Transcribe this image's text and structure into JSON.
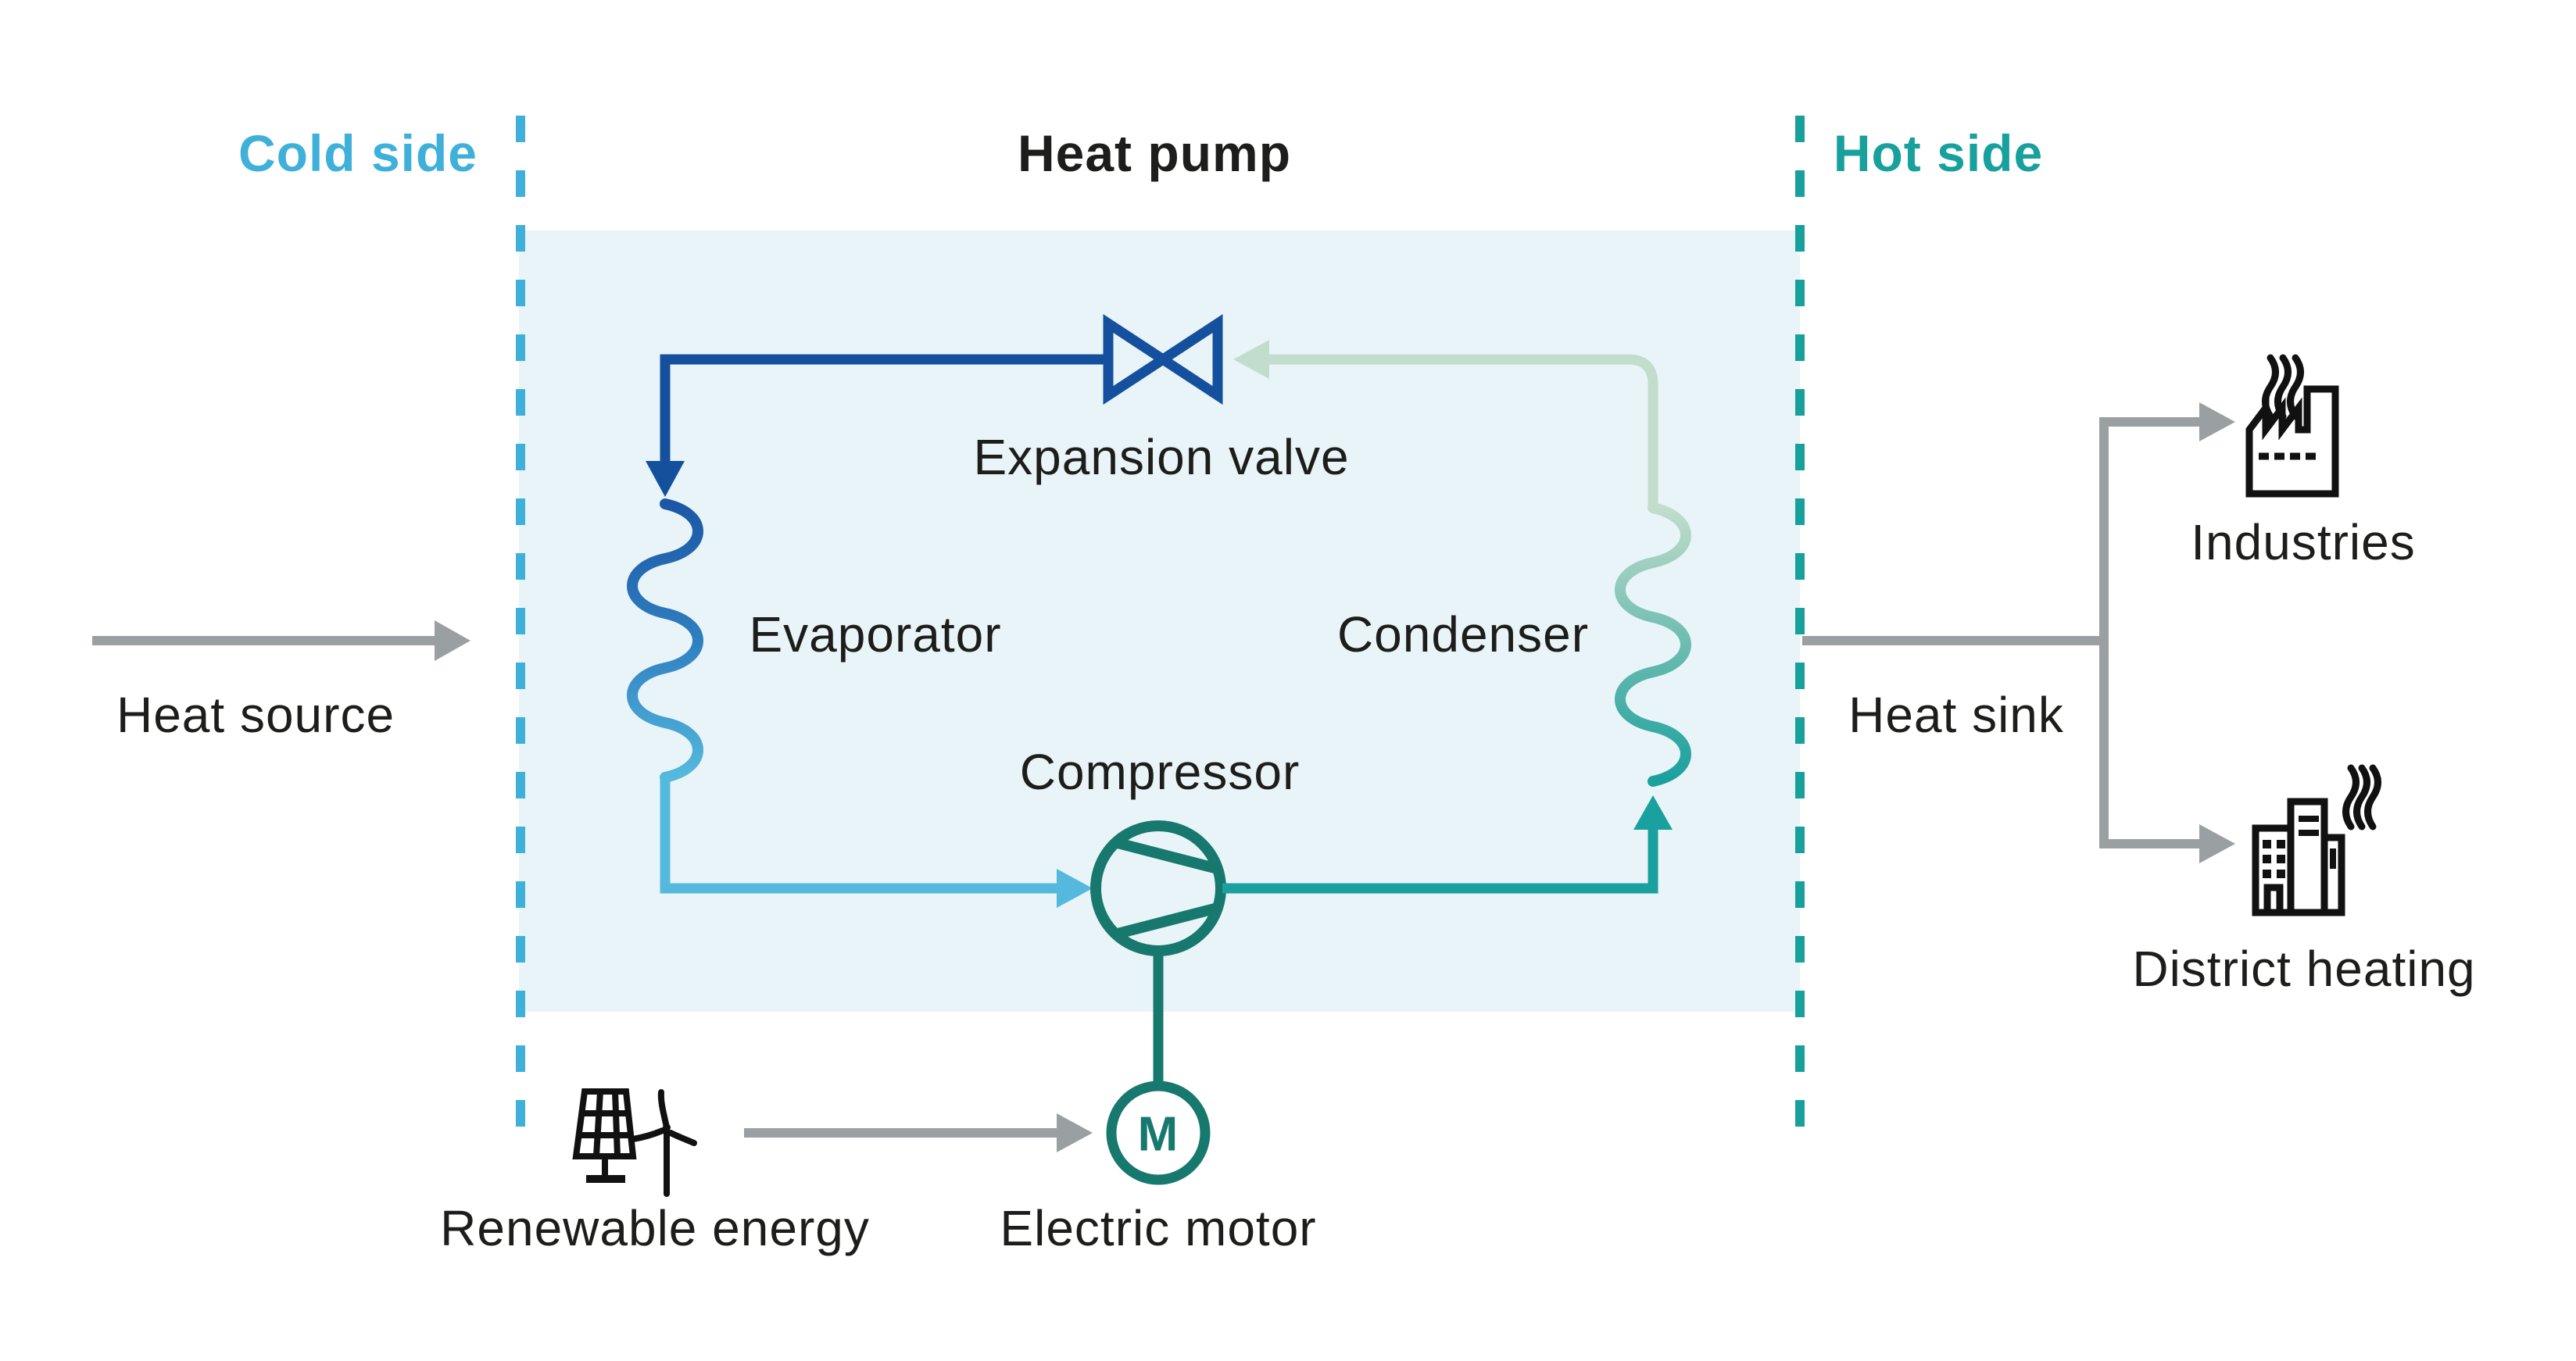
{
  "titles": {
    "cold_side": "Cold side",
    "heat_pump": "Heat pump",
    "hot_side": "Hot side"
  },
  "cold_side": {
    "heat_source": "Heat source"
  },
  "heat_pump": {
    "expansion_valve": "Expansion valve",
    "evaporator": "Evaporator",
    "condenser": "Condenser",
    "compressor": "Compressor",
    "electric_motor": "Electric motor",
    "motor_symbol": "M",
    "renewable_energy": "Renewable energy"
  },
  "hot_side": {
    "heat_sink": "Heat sink",
    "outputs": [
      {
        "label": "Industries",
        "icon": "factory-icon"
      },
      {
        "label": "District heating",
        "icon": "buildings-icon"
      }
    ]
  },
  "colors": {
    "cold_blue": "#3fb0d9",
    "hot_teal": "#17a09c",
    "dark_blue": "#15509e",
    "light_blue": "#55b9dd",
    "teal_pipe": "#1aa09e",
    "mint_pipe": "#c2ddcc",
    "deep_teal": "#17786e",
    "gray": "#9aa0a2",
    "heat_pump_bg": "#e9f4f8",
    "text": "#1d1d1b",
    "icon_black": "#111111"
  }
}
